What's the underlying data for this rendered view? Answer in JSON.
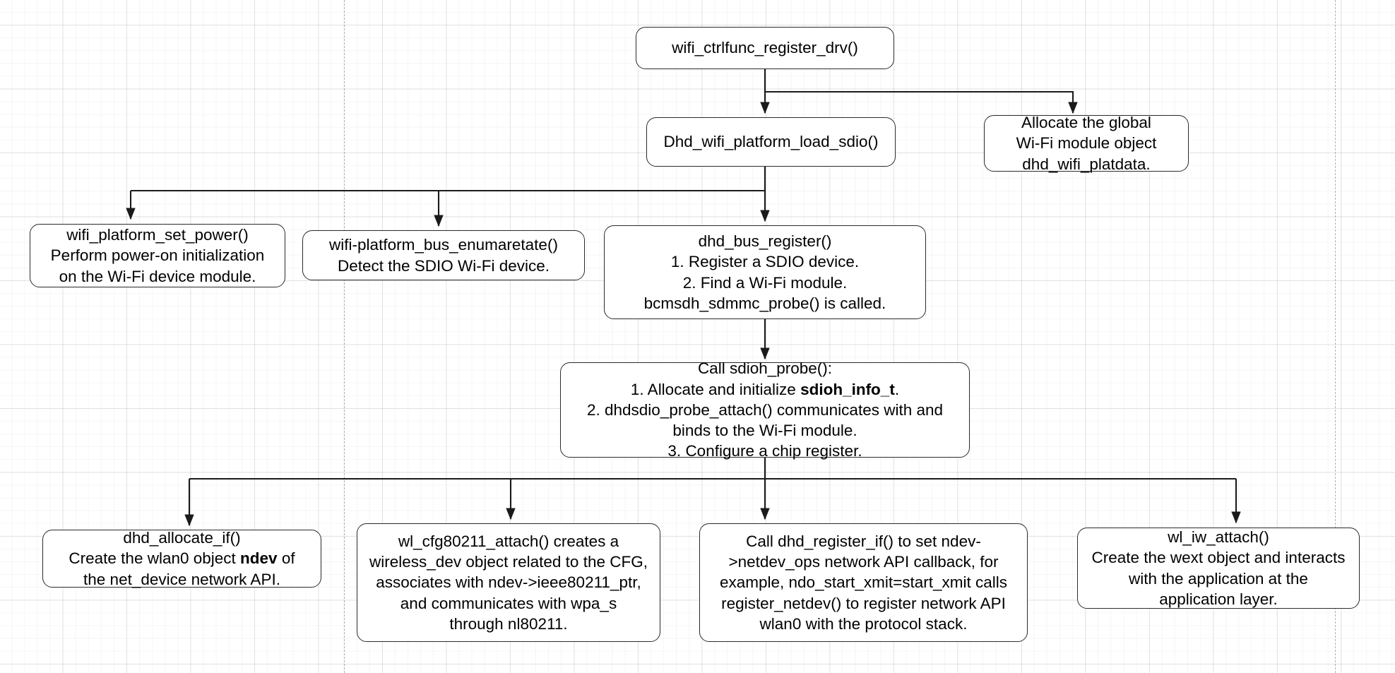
{
  "diagram": {
    "title": "Wi-Fi driver registration and initialization call flow",
    "background": {
      "grid": "on",
      "grid_minor_color": "#ebebeb",
      "grid_major_color": "#dcdcdc",
      "page_break_color": "#b4b4b4",
      "canvas_color": "#ffffff"
    },
    "style": {
      "node_fill": "#ffffff",
      "node_border": "#2b2b2b",
      "connector_color": "#1a1a1a",
      "text_color": "#000000"
    },
    "nodes": [
      {
        "id": "wifi_ctrlfunc_register_drv",
        "label": "wifi_ctrlfunc_register_drv()"
      },
      {
        "id": "dhd_wifi_platform_load_sdio",
        "label": "Dhd_wifi_platform_load_sdio()"
      },
      {
        "id": "allocate_global",
        "label": "Allocate the global\nWi-Fi module object\ndhd_wifi_platdata."
      },
      {
        "id": "wifi_platform_set_power",
        "label": "wifi_platform_set_power()\nPerform power-on initialization\non the Wi-Fi device module."
      },
      {
        "id": "wifi_platform_bus_enumaretate",
        "label": "wifi-platform_bus_enumaretate()\nDetect the SDIO Wi-Fi device."
      },
      {
        "id": "dhd_bus_register",
        "label": "dhd_bus_register()\n1. Register a SDIO device.\n2. Find a Wi-Fi module.\nbcmsdh_sdmmc_probe() is called."
      },
      {
        "id": "call_sdioh_probe",
        "label_html": "Call sdioh_probe():\n1. Allocate and initialize <b>sdioh_info_t</b>.\n2. dhdsdio_probe_attach() communicates with and\nbinds to the Wi-Fi module.\n3. Configure a chip register.",
        "label": "Call sdioh_probe():\n1. Allocate and initialize sdioh_info_t.\n2. dhdsdio_probe_attach() communicates with and\nbinds to the Wi-Fi module.\n3. Configure a chip register."
      },
      {
        "id": "dhd_allocate_if",
        "label_html": "dhd_allocate_if()\nCreate the wlan0 object <b>ndev</b> of\nthe net_device network API.",
        "label": "dhd_allocate_if()\nCreate the wlan0 object ndev of\nthe net_device network API."
      },
      {
        "id": "wl_cfg80211_attach",
        "label": "wl_cfg80211_attach() creates a\nwireless_dev object related to the CFG,\nassociates with ndev->ieee80211_ptr,\nand communicates with wpa_s\nthrough nl80211."
      },
      {
        "id": "dhd_register_if",
        "label": "Call dhd_register_if() to set ndev-\n>netdev_ops network API callback, for\nexample, ndo_start_xmit=start_xmit calls\nregister_netdev() to register network API\nwlan0 with the protocol stack."
      },
      {
        "id": "wl_iw_attach",
        "label": "wl_iw_attach()\nCreate the wext object and interacts\nwith the application at the\napplication layer."
      }
    ],
    "edges": [
      {
        "from": "wifi_ctrlfunc_register_drv",
        "to": "dhd_wifi_platform_load_sdio"
      },
      {
        "from": "wifi_ctrlfunc_register_drv",
        "to": "allocate_global"
      },
      {
        "from": "dhd_wifi_platform_load_sdio",
        "to": "wifi_platform_set_power"
      },
      {
        "from": "dhd_wifi_platform_load_sdio",
        "to": "wifi_platform_bus_enumaretate"
      },
      {
        "from": "dhd_wifi_platform_load_sdio",
        "to": "dhd_bus_register"
      },
      {
        "from": "dhd_bus_register",
        "to": "call_sdioh_probe"
      },
      {
        "from": "call_sdioh_probe",
        "to": "dhd_allocate_if"
      },
      {
        "from": "call_sdioh_probe",
        "to": "wl_cfg80211_attach"
      },
      {
        "from": "call_sdioh_probe",
        "to": "dhd_register_if"
      },
      {
        "from": "call_sdioh_probe",
        "to": "wl_iw_attach"
      }
    ]
  }
}
